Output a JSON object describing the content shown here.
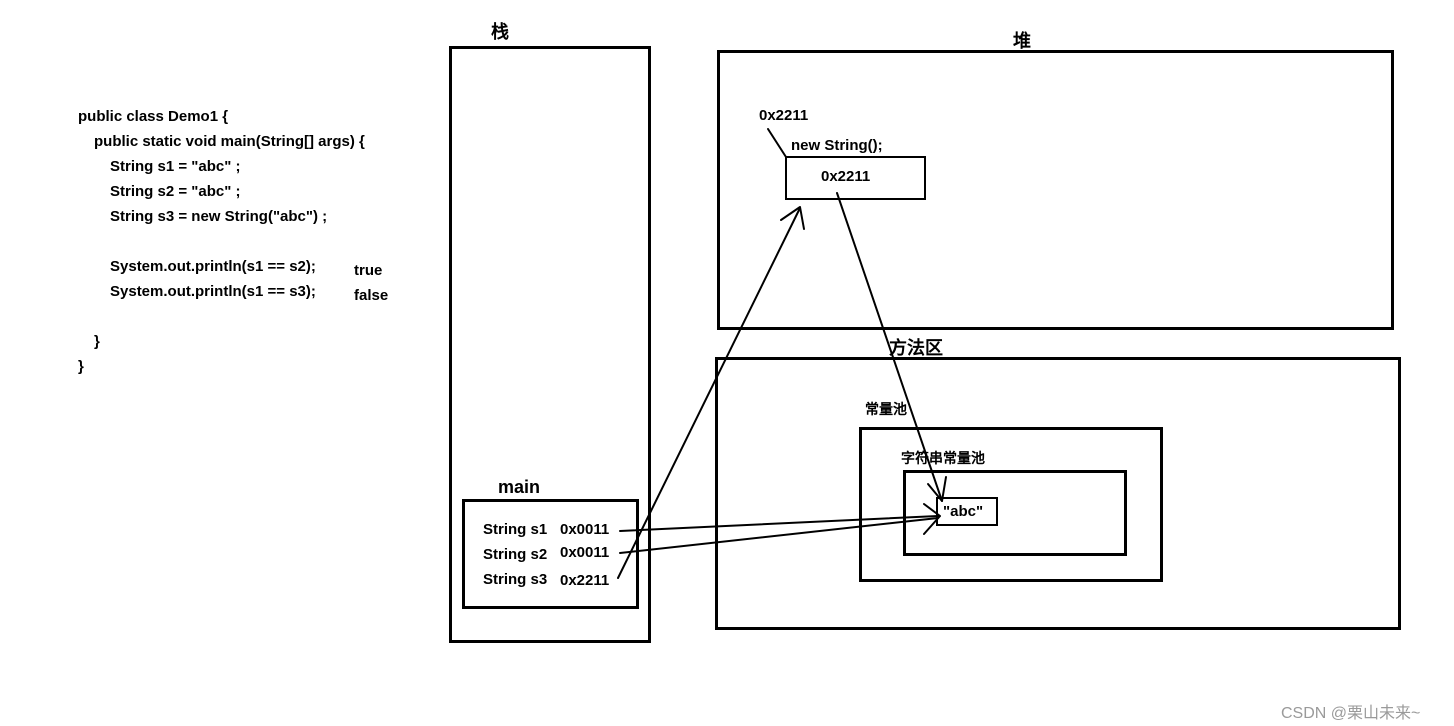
{
  "code": {
    "lines": [
      "public class Demo1 {",
      "public static void main(String[] args) {",
      "String s1 = \"abc\" ;",
      "String s2 = \"abc\" ;",
      "String s3 = new String(\"abc\") ;",
      "System.out.println(s1 == s2);",
      "System.out.println(s1 == s3);",
      "}",
      "}"
    ],
    "results": [
      "true",
      "false"
    ]
  },
  "stack": {
    "title": "栈",
    "frame_title": "main",
    "vars": [
      {
        "name": "String s1",
        "value": "0x0011"
      },
      {
        "name": "String s2",
        "value": "0x0011"
      },
      {
        "name": "String s3",
        "value": "0x2211"
      }
    ]
  },
  "heap": {
    "title": "堆",
    "object_address": "0x2211",
    "object_label": "new String();",
    "object_content": "0x2211"
  },
  "method_area": {
    "title": "方法区",
    "constant_pool": "常量池",
    "string_pool": "字符串常量池",
    "string_literal": "\"abc\""
  },
  "watermark": "CSDN @栗山未来~"
}
